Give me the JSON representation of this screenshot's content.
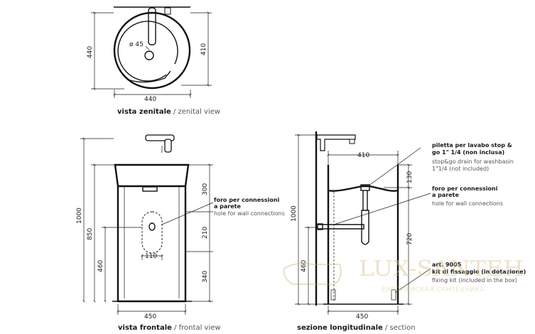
{
  "zenital": {
    "dim_depth": "440",
    "dim_inner": "410",
    "dim_width": "440",
    "dim_drain": "ø 45",
    "caption_bold": "vista zenitale",
    "caption_rest": " / zenital view"
  },
  "frontal": {
    "dim_total": "1000",
    "dim_850": "850",
    "dim_460": "460",
    "dim_300": "300",
    "dim_210": "210",
    "dim_340": "340",
    "dim_110": "110",
    "dim_width": "450",
    "note_it_1": "foro per connessioni",
    "note_it_2": "a parete",
    "note_en": "hole for wall connections",
    "caption_bold": "vista frontale",
    "caption_rest": " / frontal view"
  },
  "section": {
    "dim_total": "1000",
    "dim_460": "460",
    "dim_410": "410",
    "dim_130": "130",
    "dim_720": "720",
    "dim_width": "450",
    "drain_it_1": "piletta per lavabo stop &",
    "drain_it_2": "go 1\" 1/4 (non inclusa)",
    "drain_en_1": "stop&go drain for washbasin",
    "drain_en_2": "1\"1/4 (not included)",
    "hole_it_1": "foro per connessioni",
    "hole_it_2": "a parete",
    "hole_en": "hole for wall connections",
    "kit_it_1": "art. 9005",
    "kit_it_2": "kit di fissaggio (in dotazione)",
    "kit_en": "fixing kit (included in the box)",
    "caption_bold": "sezione longitudinale",
    "caption_rest": " / section"
  },
  "watermark": {
    "brand": "LUX-SANTEH",
    "tagline": "ЕВРОПЕЙСКАЯ САНТЕХНИКА"
  }
}
